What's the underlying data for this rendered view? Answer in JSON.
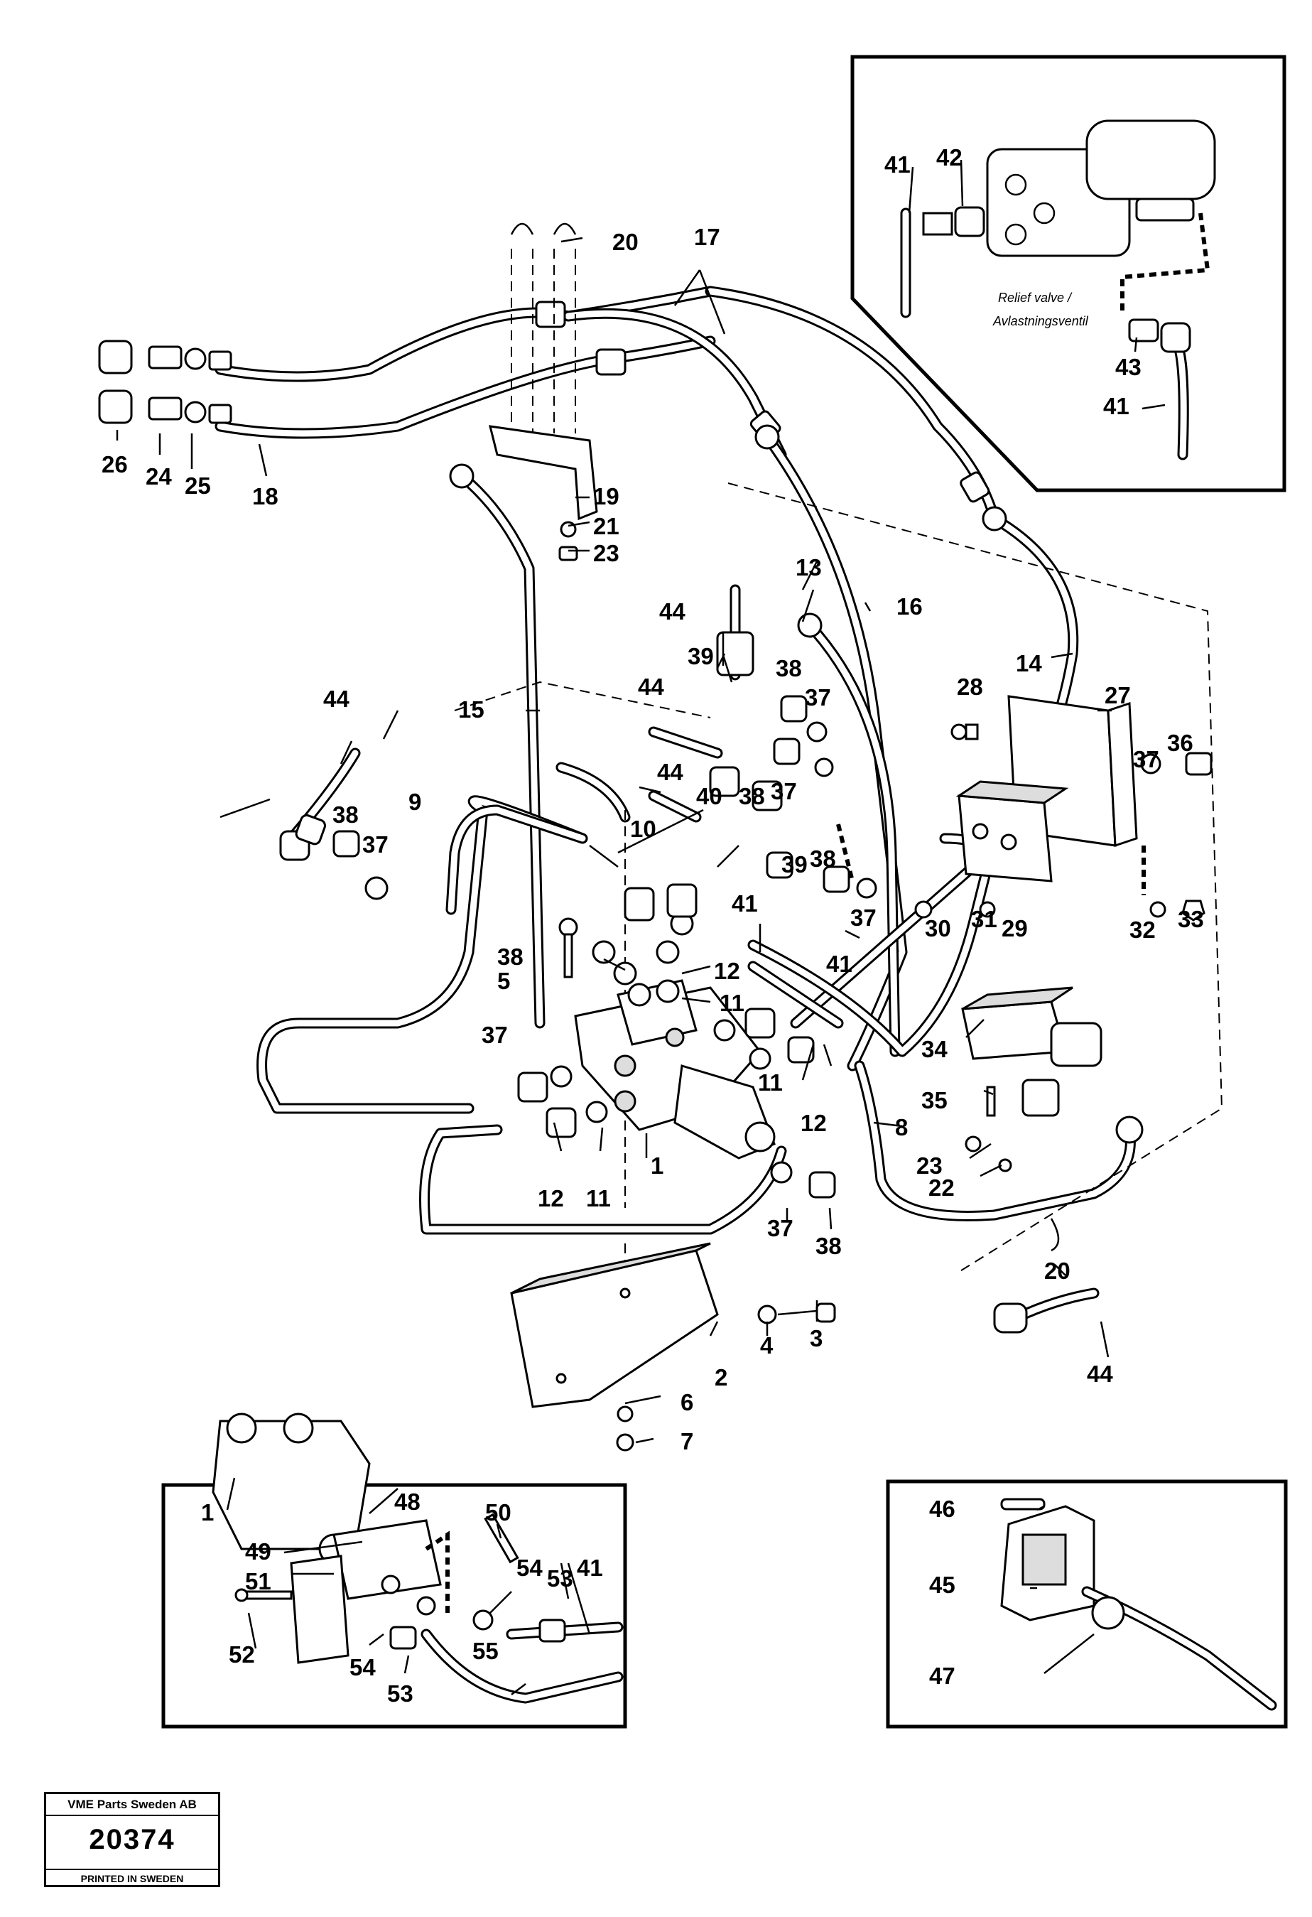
{
  "inset_relief_valve": {
    "note_line1": "Relief valve /",
    "note_line2": "Avlastningsventil"
  },
  "callouts": {
    "c1": "1",
    "c2": "2",
    "c3": "3",
    "c4": "4",
    "c5": "5",
    "c6": "6",
    "c7": "7",
    "c8": "8",
    "c9": "9",
    "c10": "10",
    "c11": "11",
    "c12": "12",
    "c13": "13",
    "c14": "14",
    "c15": "15",
    "c16": "16",
    "c17": "17",
    "c18": "18",
    "c19": "19",
    "c20": "20",
    "c21": "21",
    "c22": "22",
    "c23": "23",
    "c24": "24",
    "c25": "25",
    "c26": "26",
    "c27": "27",
    "c28": "28",
    "c29": "29",
    "c30": "30",
    "c31": "31",
    "c32": "32",
    "c33": "33",
    "c34": "34",
    "c35": "35",
    "c36": "36",
    "c37": "37",
    "c38": "38",
    "c39": "39",
    "c40": "40",
    "c41": "41",
    "c42": "42",
    "c43": "43",
    "c44": "44",
    "c45": "45",
    "c46": "46",
    "c47": "47",
    "c48": "48",
    "c49": "49",
    "c50": "50",
    "c51": "51",
    "c52": "52",
    "c53": "53",
    "c54": "54",
    "c55": "55"
  },
  "stamp": {
    "company": "VME Parts Sweden AB",
    "number": "20374",
    "printed": "PRINTED IN SWEDEN"
  }
}
